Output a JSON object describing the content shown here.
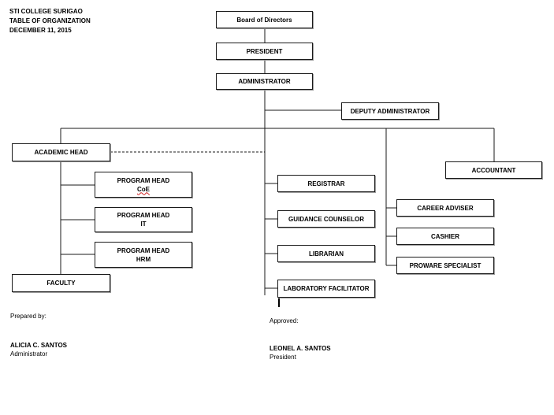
{
  "header": {
    "school": "STI COLLEGE SURIGAO",
    "doc_title": "TABLE OF ORGANIZATION",
    "date": "DECEMBER 11, 2015"
  },
  "boxes": {
    "board": "Board of Directors",
    "president": "PRESIDENT",
    "administrator": "ADMINISTRATOR",
    "deputy": "DEPUTY ADMINISTRATOR",
    "academic_head": "ACADEMIC HEAD",
    "accountant": "ACCOUNTANT",
    "ph_coe_title": "PROGRAM HEAD",
    "ph_coe_sub": "CoE",
    "ph_it_title": "PROGRAM HEAD",
    "ph_it_sub": "IT",
    "ph_hrm_title": "PROGRAM HEAD",
    "ph_hrm_sub": "HRM",
    "faculty": "FACULTY",
    "registrar": "REGISTRAR",
    "guidance": "GUIDANCE COUNSELOR",
    "librarian": "LIBRARIAN",
    "lab": "LABORATORY FACILITATOR",
    "career": "CAREER ADVISER",
    "cashier": "CASHIER",
    "proware": "PROWARE SPECIALIST"
  },
  "signatures": {
    "prepared_label": "Prepared by:",
    "prepared_name": "ALICIA C. SANTOS",
    "prepared_title": "Administrator",
    "approved_label": "Approved:",
    "approved_name": "LEONEL A. SANTOS",
    "approved_title": "President"
  },
  "colors": {
    "line": "#1a1a1a",
    "box_border": "#1a1a1a",
    "shadow": "#9a9a9a",
    "spellcheck_underline": "#d02020"
  }
}
